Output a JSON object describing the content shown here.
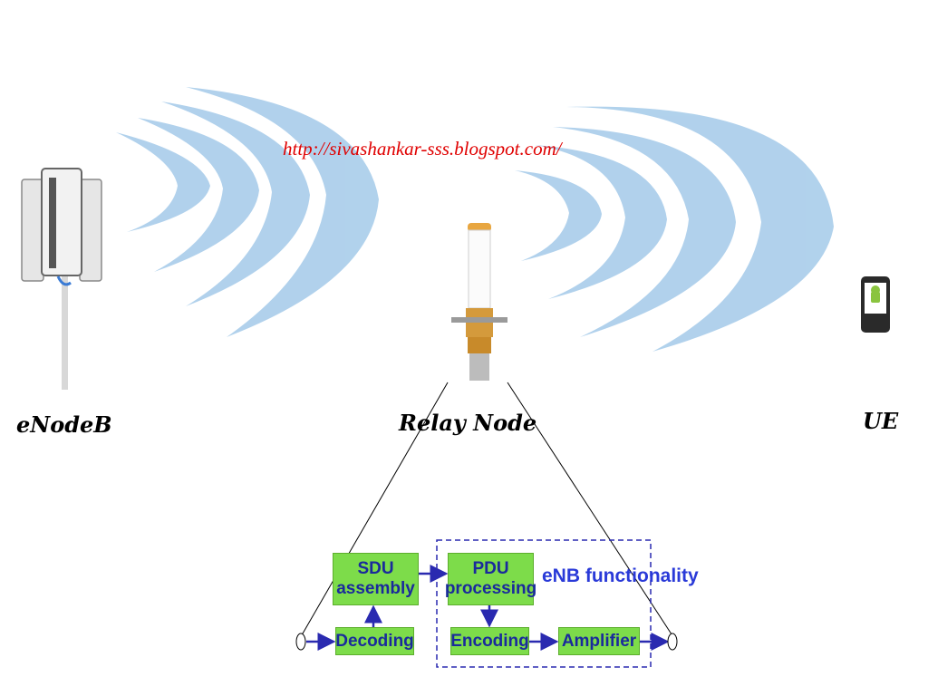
{
  "url": "http://sivashankar-sss.blogspot.com/",
  "nodes": {
    "enodeb": "eNodeB",
    "relay": "Relay Node",
    "ue": "UE"
  },
  "relay_blocks": {
    "sdu": "SDU assembly",
    "pdu": "PDU processing",
    "decoding": "Decoding",
    "encoding": "Encoding",
    "amplifier": "Amplifier",
    "enb_functionality": "eNB functionality"
  },
  "colors": {
    "wave": "#a9cdea",
    "block_fill": "#7ddc4a",
    "block_text": "#1a2a9c",
    "arrow": "#2a2ab0",
    "url": "#e00000"
  }
}
